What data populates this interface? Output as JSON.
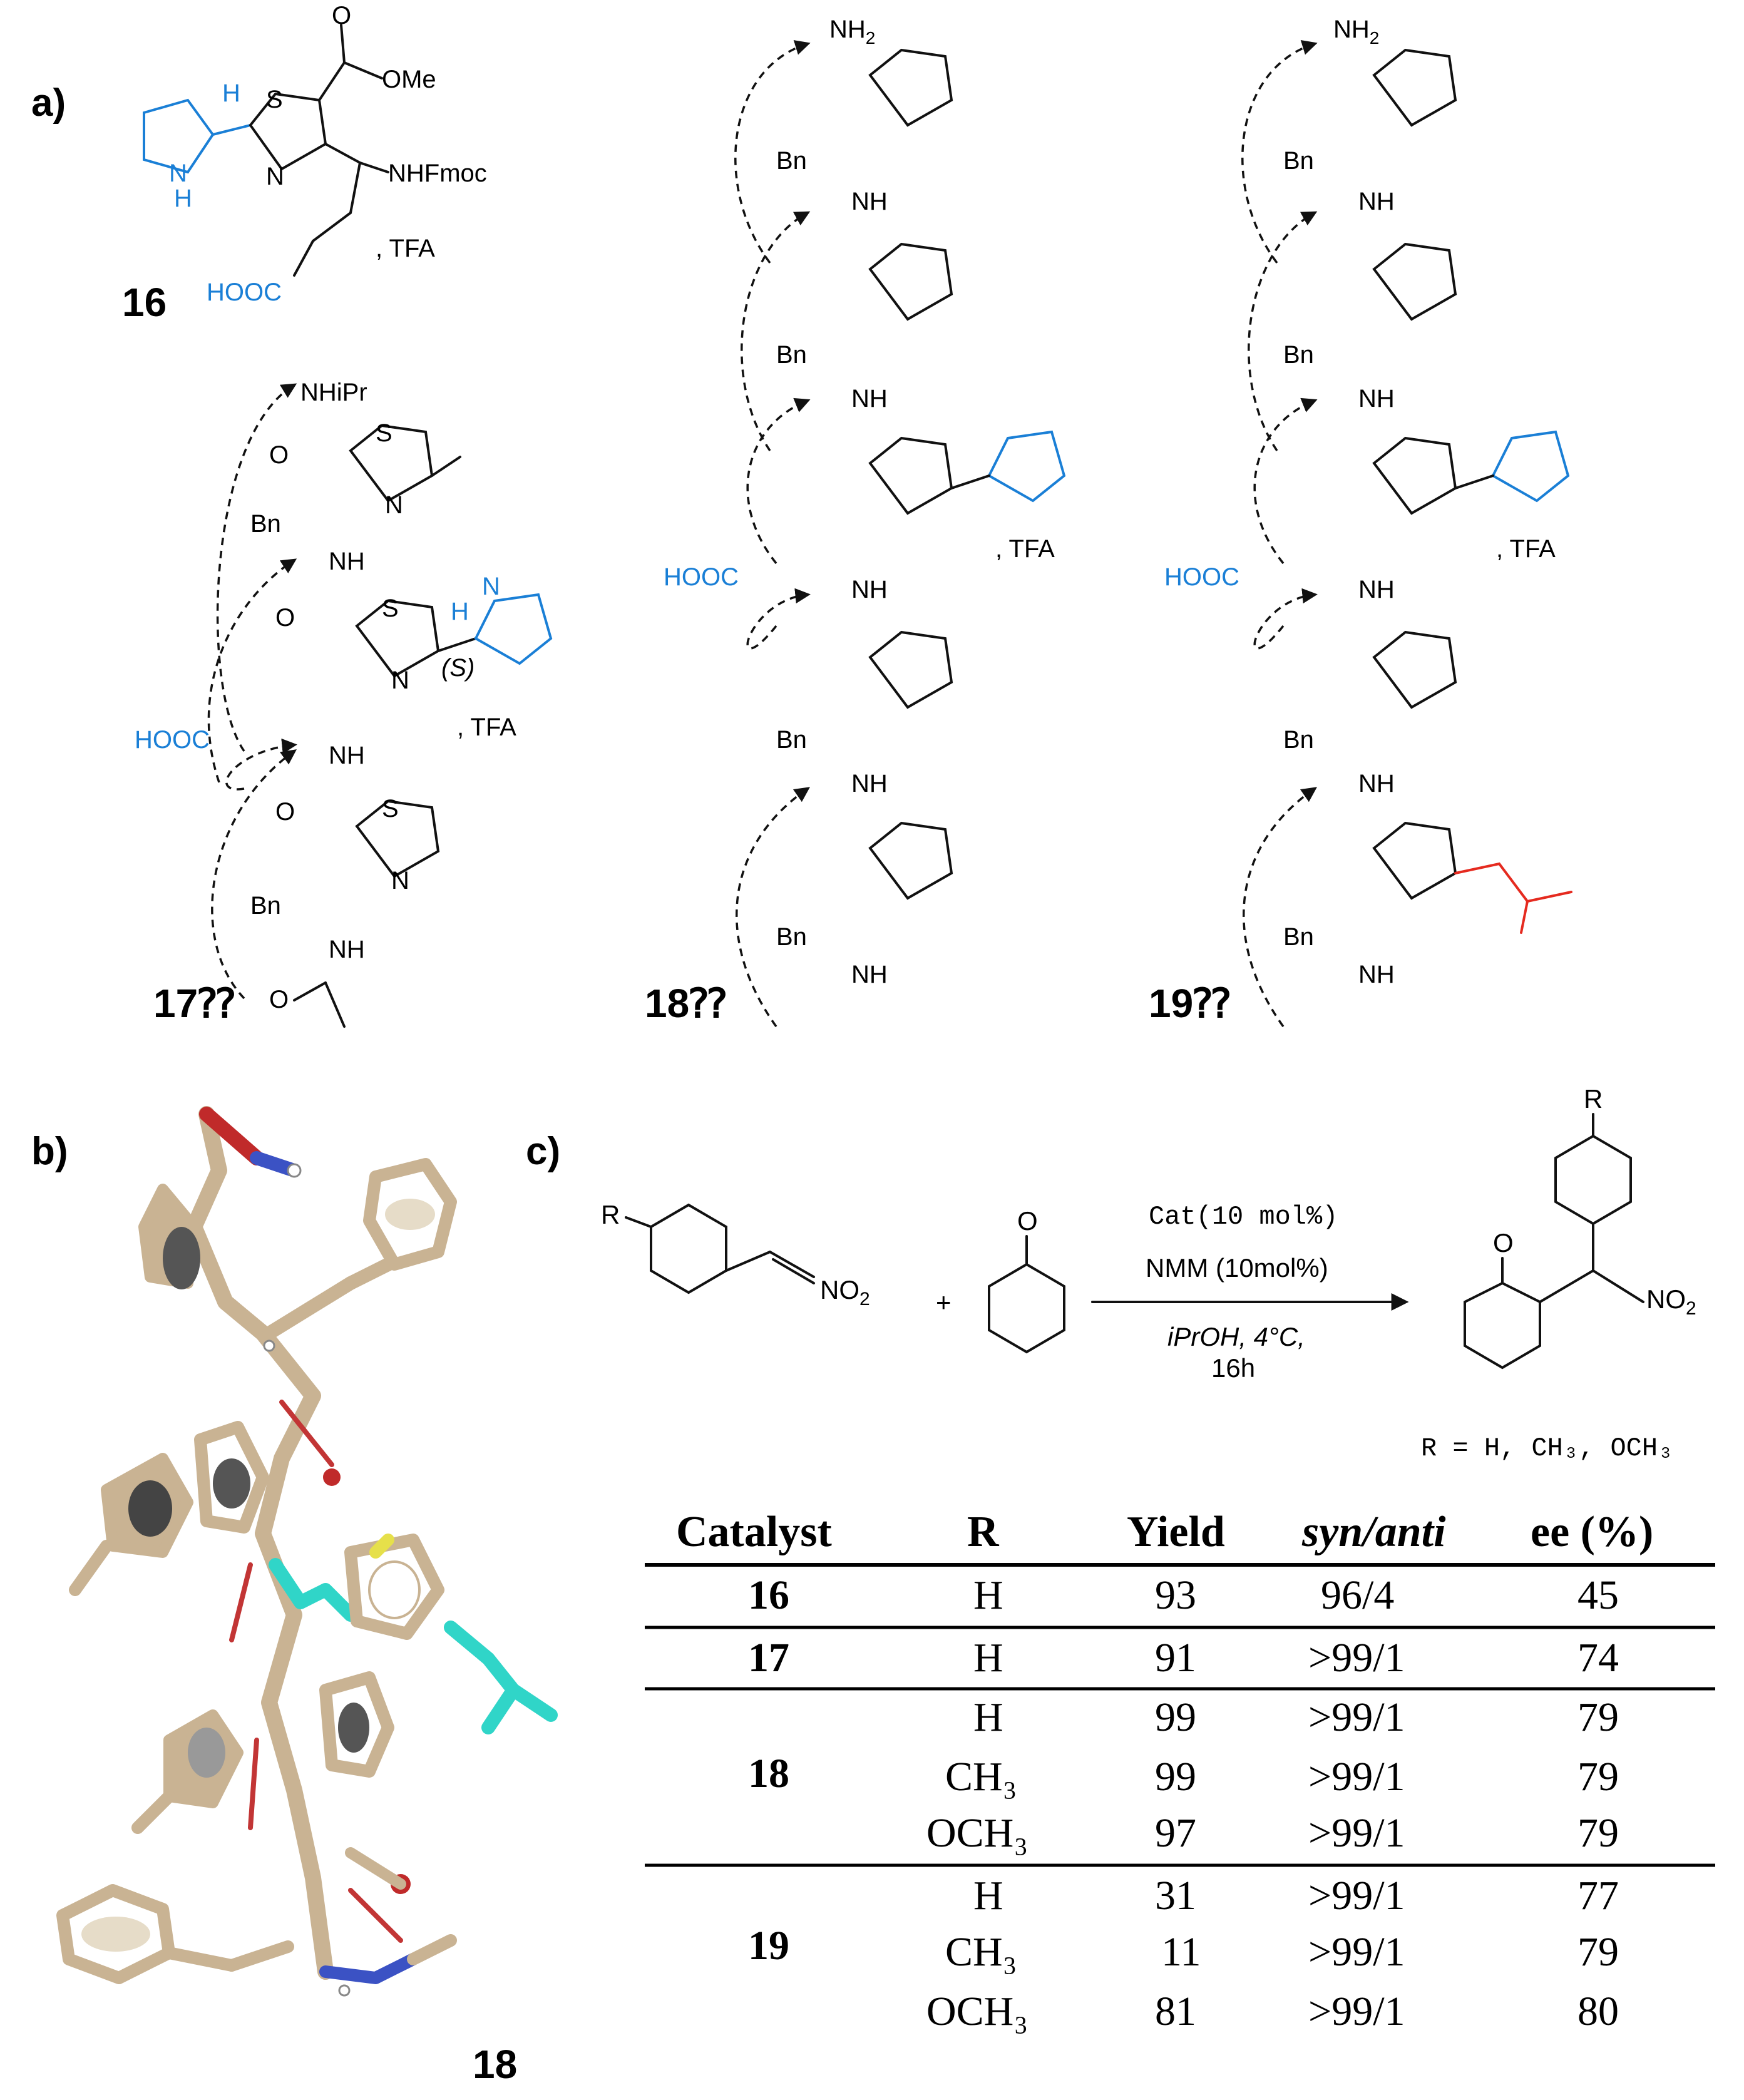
{
  "panels": {
    "a": "a)",
    "b": "b)",
    "c": "c)"
  },
  "compounds": {
    "c16": "16",
    "c17": "17⁇",
    "c18": "18⁇",
    "c19": "19⁇",
    "model18": "18"
  },
  "atoms": {
    "ome": "OMe",
    "nhfmoc": "NHFmoc",
    "tfa": ", TFA",
    "hooc": "HOOC",
    "nh2": "NH",
    "nh2_sub": "2",
    "nhipr": "NHiPr",
    "bn": "Bn",
    "nh": "NH",
    "s": "S",
    "n": "N",
    "o": "O",
    "h": "H",
    "stereo": "(S)"
  },
  "colors": {
    "proline": "#1a7fd6",
    "isobutyl": "#e52a1f",
    "model_carbon": "#c9b393",
    "model_n": "#3b52c4",
    "model_o": "#c02a2a",
    "model_s": "#e6e04a",
    "model_cyan": "#30d5c8",
    "hbond": "#c23535"
  },
  "reaction": {
    "r_group": "R",
    "no2": "NO",
    "no2_sub": "2",
    "plus": "+",
    "ketone_o": "O",
    "cond1": "Cat(10 mol%)",
    "cond2": "NMM (10mol%)",
    "cond3": "iPrOH, 4°C,",
    "cond4": "16h",
    "product_r": "R",
    "product_o": "O",
    "r_def": "R = H, CH₃, OCH₃"
  },
  "table": {
    "headers": [
      "Catalyst",
      "R",
      "Yield",
      "syn/anti",
      "ee (%)"
    ],
    "groups": [
      {
        "catalyst": "16",
        "rows": [
          [
            "H",
            "93",
            "96/4",
            "45"
          ]
        ]
      },
      {
        "catalyst": "17",
        "rows": [
          [
            "H",
            "91",
            ">99/1",
            "74"
          ]
        ]
      },
      {
        "catalyst": "18",
        "rows": [
          [
            "H",
            "99",
            ">99/1",
            "79"
          ],
          [
            "CH₃",
            "99",
            ">99/1",
            "79"
          ],
          [
            "OCH₃",
            "97",
            ">99/1",
            "79"
          ]
        ]
      },
      {
        "catalyst": "19",
        "rows": [
          [
            "H",
            "31",
            ">99/1",
            "77"
          ],
          [
            "CH₃",
            "11",
            ">99/1",
            "79"
          ],
          [
            "OCH₃",
            "81",
            ">99/1",
            "80"
          ]
        ]
      }
    ]
  }
}
